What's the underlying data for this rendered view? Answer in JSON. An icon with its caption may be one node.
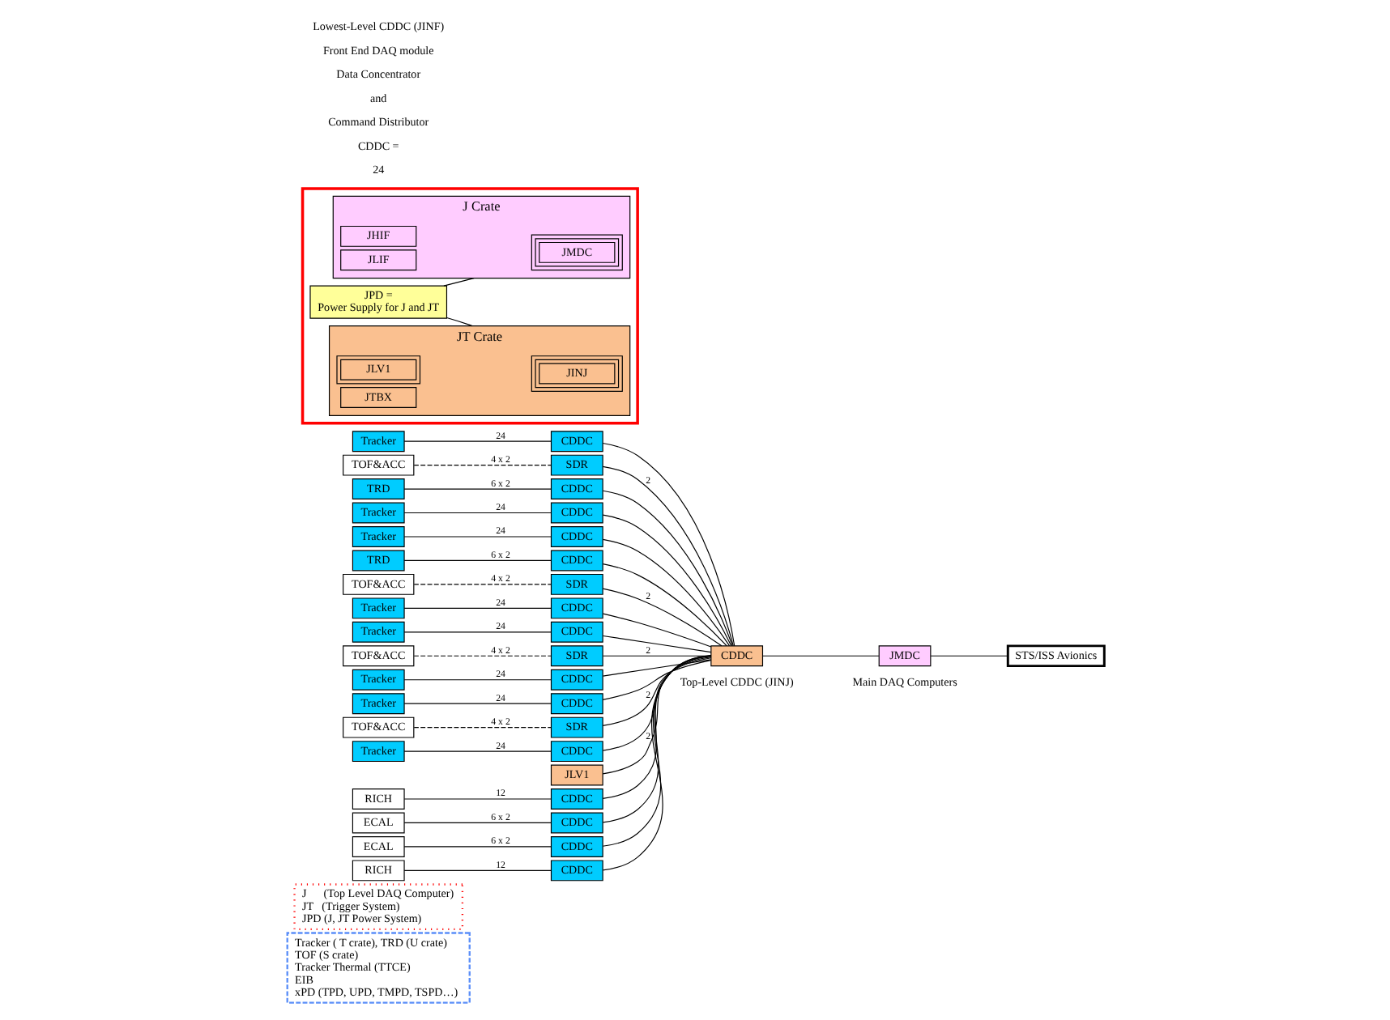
{
  "diagram": {
    "nodes": [
      {
        "text": [
          "Tracker ( T crate), TRD (U crate)",
          "TOF (S crate)",
          "Tracker Thermal (TTCE)",
          "EIB",
          "xPD (TPD, UPD, TMPD, TSPD…)"
        ]
      },
      {
        "text": [
          "J      (Top Level DAQ Computer)",
          "JT   (Trigger System)",
          "JPD (J, JT Power System)"
        ]
      },
      {
        "text": [
          "Tracker"
        ]
      },
      {
        "text": [
          "TOF&ACC"
        ]
      },
      {
        "text": [
          "TRD"
        ]
      },
      {
        "text": [
          "Tracker"
        ]
      },
      {
        "text": [
          "Tracker"
        ]
      },
      {
        "text": [
          "TRD"
        ]
      },
      {
        "text": [
          "TOF&ACC"
        ]
      },
      {
        "text": [
          "Tracker"
        ]
      },
      {
        "text": [
          "Tracker"
        ]
      },
      {
        "text": [
          "TOF&ACC"
        ]
      },
      {
        "text": [
          "Tracker"
        ]
      },
      {
        "text": [
          "Tracker"
        ]
      },
      {
        "text": [
          "TOF&ACC"
        ]
      },
      {
        "text": [
          "Tracker"
        ]
      },
      {
        "text": [
          "RICH"
        ]
      },
      {
        "text": [
          "ECAL"
        ]
      },
      {
        "text": [
          "ECAL"
        ]
      },
      {
        "text": [
          "RICH"
        ]
      },
      {
        "text": [
          "CDDC"
        ]
      },
      {
        "text": [
          "SDR"
        ]
      },
      {
        "text": [
          "CDDC"
        ]
      },
      {
        "text": [
          "CDDC"
        ]
      },
      {
        "text": [
          "CDDC"
        ]
      },
      {
        "text": [
          "CDDC"
        ]
      },
      {
        "text": [
          "SDR"
        ]
      },
      {
        "text": [
          "CDDC"
        ]
      },
      {
        "text": [
          "CDDC"
        ]
      },
      {
        "text": [
          "SDR"
        ]
      },
      {
        "text": [
          "CDDC"
        ]
      },
      {
        "text": [
          "CDDC"
        ]
      },
      {
        "text": [
          "SDR"
        ]
      },
      {
        "text": [
          "CDDC"
        ]
      },
      {
        "text": [
          "JLV1"
        ]
      },
      {
        "text": [
          "CDDC"
        ]
      },
      {
        "text": [
          "CDDC"
        ]
      },
      {
        "text": [
          "CDDC"
        ]
      },
      {
        "text": [
          "CDDC"
        ]
      },
      {
        "text": [
          "CDDC"
        ],
        "beside": [
          "Top-Level CDDC (JINJ)"
        ]
      },
      {
        "text": [
          "JMDC"
        ],
        "beside": [
          "Main DAQ Computers"
        ]
      },
      {
        "text": [
          "STS/ISS Avionics"
        ]
      },
      {
        "text": [],
        "shape": "box"
      },
      {
        "text": [
          "JPD =",
          "Power Supply for J and JT"
        ],
        "in": 42
      },
      {
        "text": [
          "JT Crate"
        ],
        "in": 42
      },
      {
        "text": [
          "JINJ"
        ],
        "in": 44
      },
      {
        "text": [
          "JLV1"
        ],
        "in": 44
      },
      {
        "text": [
          "JTBX"
        ],
        "in": 44
      },
      {
        "text": [
          "J Crate"
        ],
        "in": 42
      },
      {
        "text": [
          "JMDC"
        ],
        "in": 48
      },
      {
        "text": [
          "JHIF"
        ],
        "in": 48
      },
      {
        "text": [
          "JLIF"
        ],
        "in": 48
      }
    ],
    "edges": [
      {
        "from": 2,
        "to": 20,
        "arrow": "none",
        "label": "24"
      },
      {
        "from": 3,
        "to": 21,
        "arrow": "none",
        "label": "4 x 2",
        "style": "dashed"
      },
      {
        "from": 4,
        "to": 22,
        "arrow": "none",
        "label": "6 x 2"
      },
      {
        "from": 5,
        "to": 23,
        "arrow": "none",
        "label": "24"
      },
      {
        "from": 6,
        "to": 24,
        "arrow": "none",
        "label": "24"
      },
      {
        "from": 7,
        "to": 25,
        "arrow": "none",
        "label": "6 x 2"
      },
      {
        "from": 8,
        "to": 26,
        "arrow": "none",
        "label": "4 x 2",
        "style": "dashed"
      },
      {
        "from": 9,
        "to": 27,
        "arrow": "none",
        "label": "24"
      },
      {
        "from": 10,
        "to": 28,
        "arrow": "none",
        "label": "24"
      },
      {
        "from": 11,
        "to": 29,
        "arrow": "none",
        "label": "4 x 2",
        "style": "dashed"
      },
      {
        "from": 12,
        "to": 30,
        "arrow": "none",
        "label": "24"
      },
      {
        "from": 13,
        "to": 31,
        "arrow": "none",
        "label": "24"
      },
      {
        "from": 14,
        "to": 32,
        "arrow": "none",
        "label": "4 x 2",
        "style": "dashed"
      },
      {
        "from": 15,
        "to": 33,
        "arrow": "none",
        "label": "24"
      },
      {
        "from": 16,
        "to": 35,
        "arrow": "none",
        "label": "12"
      },
      {
        "from": 17,
        "to": 36,
        "arrow": "none",
        "label": "6 x 2"
      },
      {
        "from": 18,
        "to": 37,
        "arrow": "none",
        "label": "6 x 2"
      },
      {
        "from": 19,
        "to": 38,
        "arrow": "none",
        "label": "12"
      },
      {
        "from": 20,
        "to": 39,
        "arrow": "none"
      },
      {
        "from": 21,
        "to": 39,
        "arrow": "none",
        "label": "2"
      },
      {
        "from": 22,
        "to": 39,
        "arrow": "none"
      },
      {
        "from": 23,
        "to": 39,
        "arrow": "none"
      },
      {
        "from": 24,
        "to": 39,
        "arrow": "none"
      },
      {
        "from": 25,
        "to": 39,
        "arrow": "none"
      },
      {
        "from": 26,
        "to": 39,
        "arrow": "none",
        "label": "2"
      },
      {
        "from": 27,
        "to": 39,
        "arrow": "none"
      },
      {
        "from": 28,
        "to": 39,
        "arrow": "none"
      },
      {
        "from": 29,
        "to": 39,
        "arrow": "none",
        "label": "2"
      },
      {
        "from": 30,
        "to": 39,
        "arrow": "none"
      },
      {
        "from": 31,
        "to": 39,
        "arrow": "none"
      },
      {
        "from": 32,
        "to": 39,
        "arrow": "none",
        "label": "2"
      },
      {
        "from": 33,
        "to": 39,
        "arrow": "none"
      },
      {
        "from": 34,
        "to": 39,
        "arrow": "none",
        "label": "2"
      },
      {
        "from": 35,
        "to": 39,
        "arrow": "none"
      },
      {
        "from": 36,
        "to": 39,
        "arrow": "none"
      },
      {
        "from": 37,
        "to": 39,
        "arrow": "none"
      },
      {
        "from": 38,
        "to": 39,
        "arrow": "none"
      },
      {
        "from": 39,
        "to": 40,
        "arrow": "none"
      },
      {
        "from": 40,
        "to": 41,
        "arrow": "none"
      },
      {
        "from": 43,
        "to": 44,
        "arrow": "none"
      },
      {
        "from": 43,
        "to": 48,
        "arrow": "none"
      }
    ],
    "labels": [
      "24",
      "CDDC =",
      "Command Distributor",
      "and",
      "Data Concentrator",
      "Front End DAQ module",
      "Lowest-Level CDDC (JINF)"
    ]
  }
}
